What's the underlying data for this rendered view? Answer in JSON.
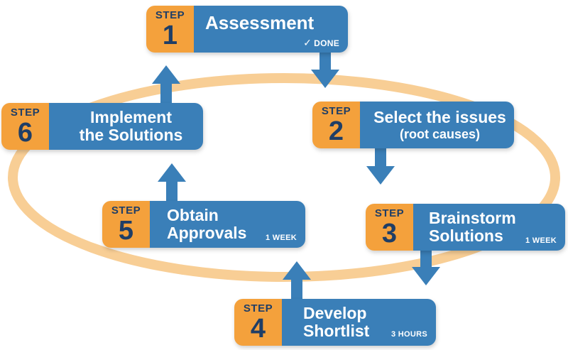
{
  "colors": {
    "badge": "#F4A13C",
    "panel": "#3A7FB8",
    "arrow": "#3A7FB8",
    "ring": "#F7C98A",
    "badge_text": "#1F3E66"
  },
  "steps": [
    {
      "label": "STEP",
      "number": "1",
      "title": "Assessment",
      "note_icon": "check-icon",
      "note_check": "✓",
      "note": "DONE"
    },
    {
      "label": "STEP",
      "number": "2",
      "title": "Select the issues",
      "subtitle": "(root causes)"
    },
    {
      "label": "STEP",
      "number": "3",
      "title": "Brainstorm",
      "title2": "Solutions",
      "note": "1 WEEK"
    },
    {
      "label": "STEP",
      "number": "4",
      "title": "Develop",
      "title2": "Shortlist",
      "note": "3 HOURS"
    },
    {
      "label": "STEP",
      "number": "5",
      "title": "Obtain",
      "title2": "Approvals",
      "note": "1 WEEK"
    },
    {
      "label": "STEP",
      "number": "6",
      "title": "Implement",
      "title2": "the Solutions"
    }
  ]
}
